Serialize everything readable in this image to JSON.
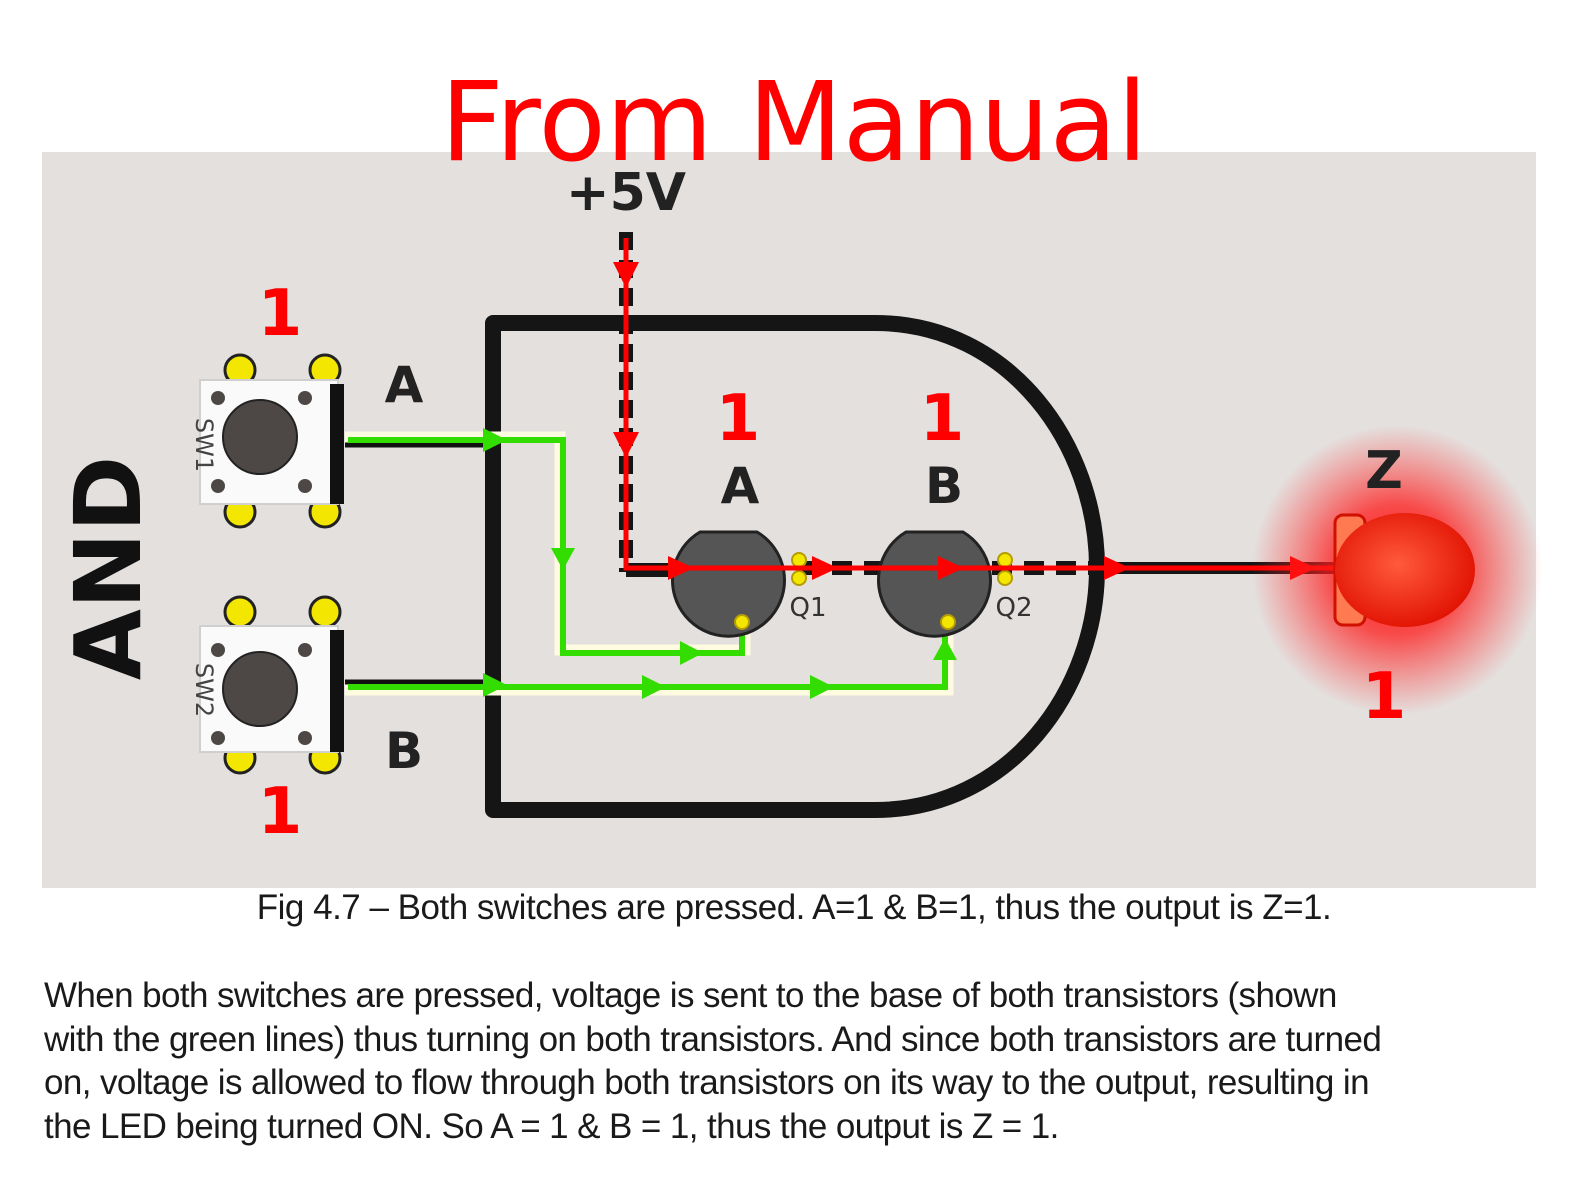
{
  "header": "From Manual",
  "supply_label": "+5V",
  "gate_label": "AND",
  "switches": [
    {
      "ref": "SW1",
      "input": "A",
      "state": "1"
    },
    {
      "ref": "SW2",
      "input": "B",
      "state": "1"
    }
  ],
  "transistors": [
    {
      "ref": "Q1",
      "label": "A",
      "state": "1"
    },
    {
      "ref": "Q2",
      "label": "B",
      "state": "1"
    }
  ],
  "output": {
    "label": "Z",
    "state": "1"
  },
  "colors": {
    "high_path": "#ff0000",
    "base_signal": "#33dd00",
    "board": "#e4e0de",
    "header": "#ff0000"
  },
  "caption": "Fig 4.7 – Both switches are pressed. A=1 & B=1, thus the output is Z=1.",
  "body_lines": [
    "When both switches are pressed, voltage is sent to the base of both transistors (shown",
    "with the green lines) thus turning on both transistors. And since both transistors are turned",
    "on, voltage is allowed to flow through both transistors on its way to the output, resulting in",
    "the LED being turned ON. So A = 1 & B = 1, thus the output is Z = 1."
  ]
}
